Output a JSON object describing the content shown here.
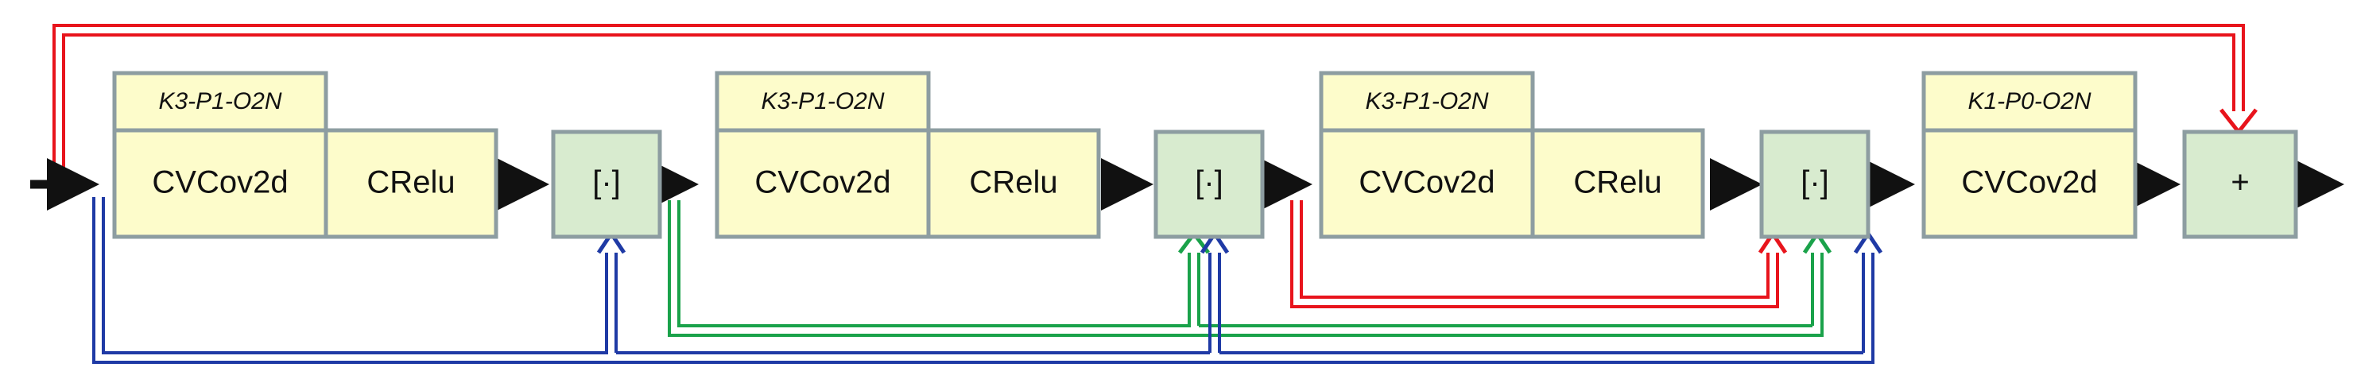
{
  "blocks": [
    {
      "param": "K3-P1-O2N",
      "conv": "CVCov2d",
      "act": "CRelu"
    },
    {
      "param": "K3-P1-O2N",
      "conv": "CVCov2d",
      "act": "CRelu"
    },
    {
      "param": "K3-P1-O2N",
      "conv": "CVCov2d",
      "act": "CRelu"
    },
    {
      "param": "K1-P0-O2N",
      "conv": "CVCov2d"
    }
  ],
  "concat_nodes": [
    {
      "label": "[·]"
    },
    {
      "label": "[·]"
    },
    {
      "label": "[·]"
    }
  ],
  "add_node": {
    "label": "+"
  },
  "colors": {
    "conv_fill": "#fdfccb",
    "node_fill": "#d8ebcf",
    "box_border": "#8d9da1",
    "arrow": "#111111",
    "skip_red": "#e8141c",
    "skip_green": "#1aa24a",
    "skip_blue": "#1f3aa5"
  }
}
